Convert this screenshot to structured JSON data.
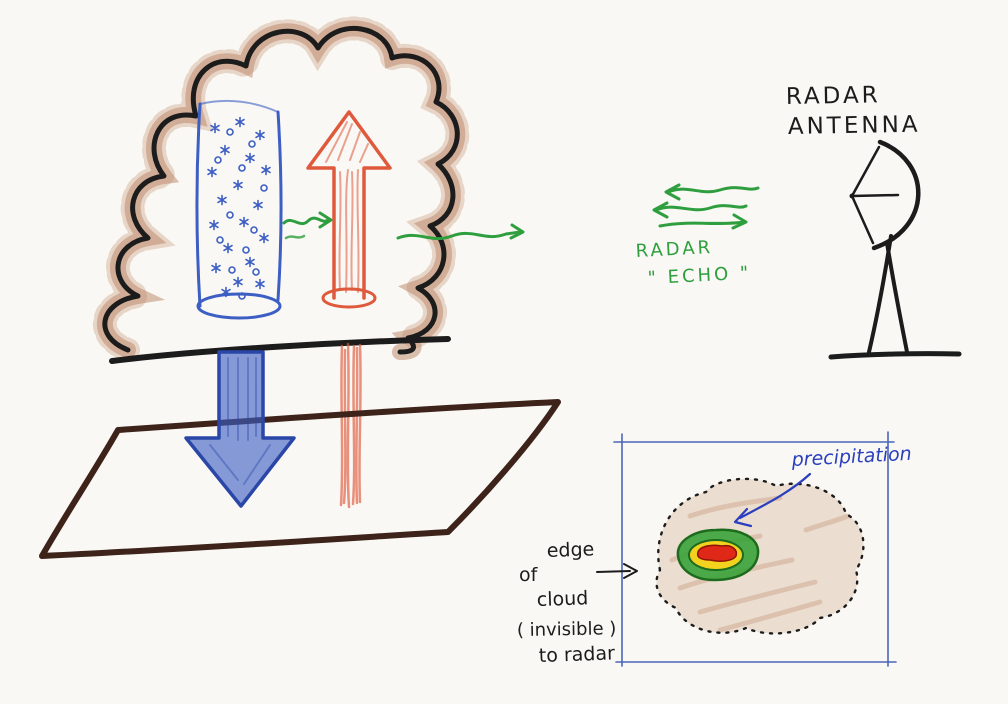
{
  "title": "Hand-drawn diagram of radar echo from a storm cloud",
  "labels": {
    "antenna_line1": "RADAR",
    "antenna_line2": "ANTENNA",
    "echo_line1": "RADAR",
    "echo_line2": "\" ECHO \"",
    "precipitation": "precipitation",
    "edge_line1": "edge",
    "edge_line2": "of",
    "edge_line3": "cloud",
    "edge_line4": "( invisible )",
    "edge_line5": "to radar"
  },
  "colors": {
    "paper": "#f9f8f4",
    "ink": "#1c1c1c",
    "cloud-shade": "#bc8463",
    "blue": "#3d5fc4",
    "blue-dark": "#2a47a8",
    "red": "#df5a3c",
    "green": "#2f9e3f",
    "ground": "#3d231a",
    "frame-blue": "#4a66b8",
    "label-blue": "#2b3fbf",
    "precip-green": "#3aa33a",
    "precip-green-dark": "#1d6b1d",
    "precip-yellow": "#f2d21e",
    "precip-red": "#e02818",
    "precip-red-dark": "#8c1408",
    "inset-shade": "#c89a74"
  }
}
